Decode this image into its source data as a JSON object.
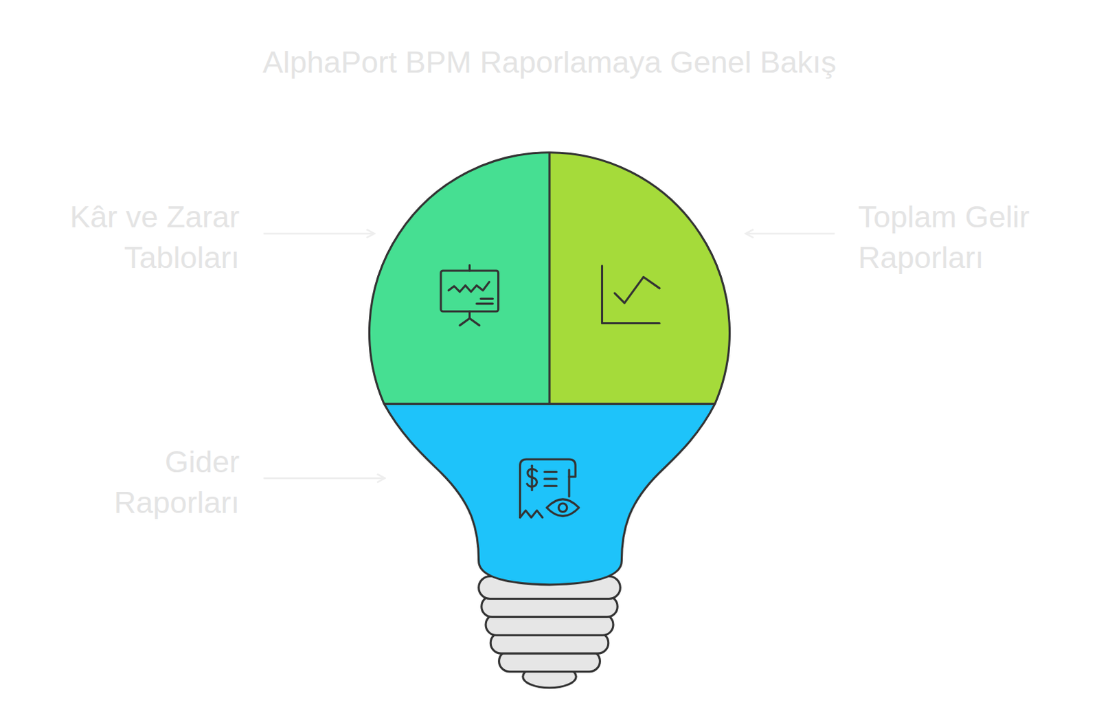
{
  "diagram": {
    "title": "AlphaPort BPM Raporlamaya Genel Bakış",
    "labels": [
      "Kâr ve Zarar Tabloları",
      "Toplam Gelir Raporları",
      "Gider Raporları"
    ]
  }
}
